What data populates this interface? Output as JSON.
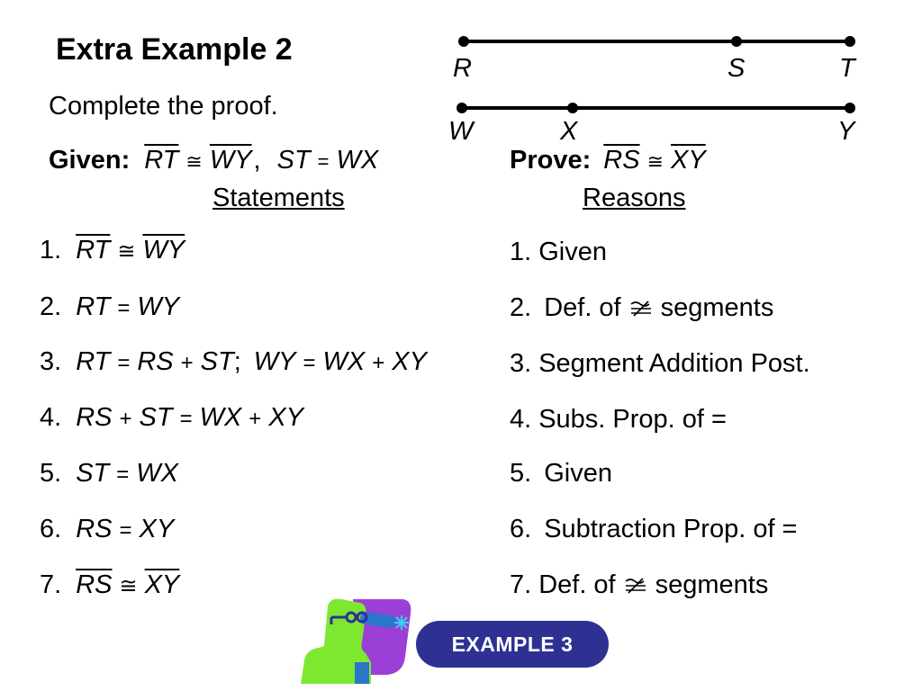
{
  "title": "Extra Example 2",
  "instruction": "Complete the proof.",
  "segments": {
    "line1": {
      "points": [
        "R",
        "S",
        "T"
      ]
    },
    "line2": {
      "points": [
        "W",
        "X",
        "Y"
      ]
    }
  },
  "given": {
    "label": "Given:",
    "seg1": "RT",
    "cong": "≅",
    "seg2": "WY",
    "sep": ",",
    "eq_left": "ST",
    "eq": "=",
    "eq_right": "WX"
  },
  "prove": {
    "label": "Prove:",
    "seg1": "RS",
    "cong": "≅",
    "seg2": "XY"
  },
  "headers": {
    "statements": "Statements",
    "reasons": "Reasons"
  },
  "statements": [
    {
      "num": "1.",
      "parts": [
        [
          "RT",
          "ov"
        ],
        [
          "≅",
          "op"
        ],
        [
          "WY",
          "ov"
        ]
      ]
    },
    {
      "num": "2.",
      "parts": [
        [
          "RT",
          ""
        ],
        [
          "=",
          "op"
        ],
        [
          "WY",
          ""
        ]
      ]
    },
    {
      "num": "3.",
      "parts": [
        [
          "RT",
          ""
        ],
        [
          "=",
          "op"
        ],
        [
          "RS",
          ""
        ],
        [
          "+",
          "op"
        ],
        [
          "ST",
          ""
        ],
        [
          ";",
          "op"
        ],
        [
          "WY",
          ""
        ],
        [
          "=",
          "op"
        ],
        [
          "WX",
          ""
        ],
        [
          "+",
          "op"
        ],
        [
          "XY",
          ""
        ]
      ]
    },
    {
      "num": "4.",
      "parts": [
        [
          "RS",
          ""
        ],
        [
          "+",
          "op"
        ],
        [
          "ST",
          ""
        ],
        [
          "=",
          "op"
        ],
        [
          "WX",
          ""
        ],
        [
          "+",
          "op"
        ],
        [
          "XY",
          ""
        ]
      ]
    },
    {
      "num": "5.",
      "parts": [
        [
          "ST",
          ""
        ],
        [
          "=",
          "op"
        ],
        [
          "WX",
          ""
        ]
      ]
    },
    {
      "num": "6.",
      "parts": [
        [
          "RS",
          ""
        ],
        [
          "=",
          "op"
        ],
        [
          "XY",
          ""
        ]
      ]
    },
    {
      "num": "7.",
      "parts": [
        [
          "RS",
          "ov"
        ],
        [
          "≅",
          "op"
        ],
        [
          "XY",
          "ov"
        ]
      ]
    }
  ],
  "reasons": [
    {
      "num": "1.",
      "text": "Given"
    },
    {
      "num": "2.",
      "pre": "Def. of",
      "icon": true,
      "post": "segments"
    },
    {
      "num": "3.",
      "text": "Segment Addition Post."
    },
    {
      "num": "4.",
      "text": "Subs. Prop. of ="
    },
    {
      "num": "5.",
      "text": "Given"
    },
    {
      "num": "6.",
      "text": "Subtraction Prop. of ="
    },
    {
      "num": "7.",
      "pre": "Def. of",
      "icon": true,
      "post": "segments"
    }
  ],
  "example_button": {
    "label": "EXAMPLE 3"
  },
  "colors": {
    "button_bg": "#2f3192",
    "mascot_green": "#7ee830",
    "mascot_purple": "#9b3fd6"
  }
}
